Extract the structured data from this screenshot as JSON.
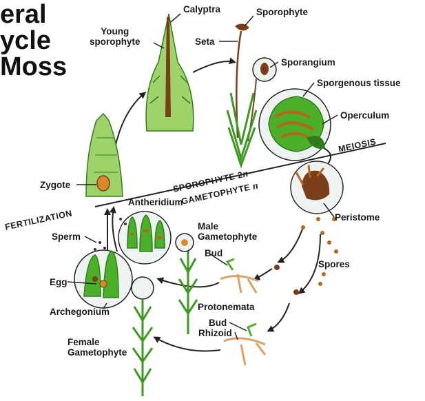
{
  "title": {
    "line1": "eral",
    "line2": "ycle",
    "line3": "Moss"
  },
  "labels": {
    "calyptra": "Calyptra",
    "sporophyte": "Sporophyte",
    "young_sporophyte": "Young\nsporophyte",
    "seta": "Seta",
    "sporangium": "Sporangium",
    "sporgenous_tissue": "Sporgenous tissue",
    "operculum": "Operculum",
    "meiosis": "MEIOSIS",
    "zygote": "Zygote",
    "fertilization": "FERTILIZATION",
    "antheridium": "Antheridium",
    "sperm": "Sperm",
    "peristome": "Peristome",
    "male_gametophyte": "Male\nGametophyte",
    "bud_upper": "Bud",
    "spores": "Spores",
    "egg": "Egg",
    "archegonium": "Archegonium",
    "protonemata": "Protonemata",
    "bud_lower": "Bud",
    "rhizoid": "Rhizoid",
    "female_gametophyte": "Female\nGametophyte"
  },
  "zones": {
    "sporophyte_word": "SPOROPHYTE 2",
    "sporophyte_ploidy": "n",
    "gametophyte_word": "GAMETOPHYTE",
    "gametophyte_ploidy": "n"
  },
  "colors": {
    "plant_green": "#4caf2a",
    "plant_dark": "#2e7d1c",
    "capsule_brown": "#7a3f1a",
    "spore_brown": "#b5651d",
    "zygote_orange": "#d9892b",
    "rhizoid_tan": "#e0a060",
    "circle_fill": "#eef2f0",
    "line_dark": "#222222"
  }
}
